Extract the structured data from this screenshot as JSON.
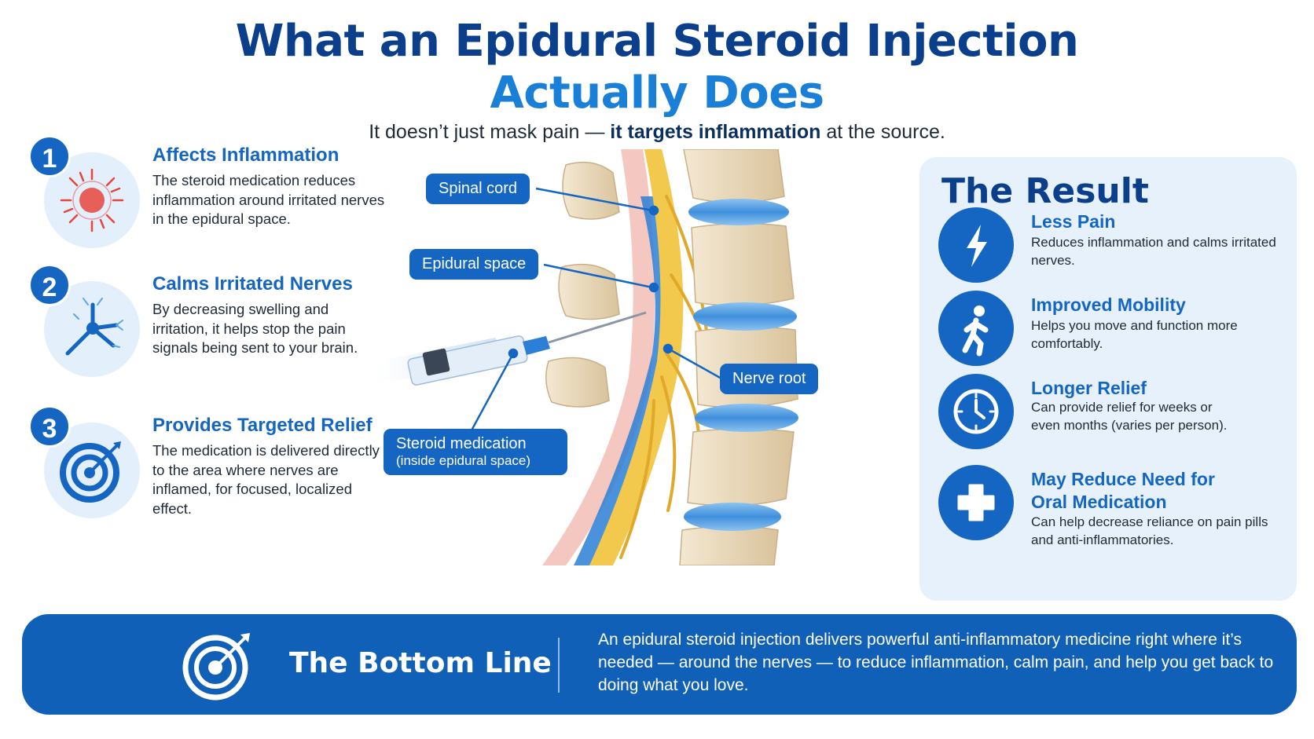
{
  "header": {
    "title_line1": "What an Epidural Steroid Injection",
    "title_line2": "Actually Does",
    "subtitle_pre": "It doesn’t just mask pain — ",
    "subtitle_bold": "it targets inflammation",
    "subtitle_post": " at the source."
  },
  "steps": [
    {
      "number": "1",
      "heading": "Affects Inflammation",
      "text": "The steroid medication reduces inflammation around irritated nerves in the epidural space.",
      "icon": "inflammation-burst-icon"
    },
    {
      "number": "2",
      "heading": "Calms Irritated Nerves",
      "text": "By decreasing swelling and irritation, it helps stop the pain signals being sent to your brain.",
      "icon": "nerve-icon"
    },
    {
      "number": "3",
      "heading": "Provides Targeted Relief",
      "text": "The medication is delivered directly to the area where nerves are inflamed, for focused, localized effect.",
      "icon": "target-icon"
    }
  ],
  "diagram": {
    "labels": {
      "spinal_cord": "Spinal cord",
      "epidural_space": "Epidural space",
      "nerve_root": "Nerve root",
      "steroid_medication": "Steroid medication",
      "steroid_medication_sub": "(inside epidural space)"
    }
  },
  "result": {
    "title": "The Result",
    "items": [
      {
        "heading": "Less Pain",
        "text": "Reduces inflammation and calms irritated nerves.",
        "icon": "lightning-bolt-icon"
      },
      {
        "heading": "Improved Mobility",
        "text": "Helps you move and function more comfortably.",
        "icon": "walking-person-icon"
      },
      {
        "heading": "Longer Relief",
        "text": "Can provide relief for weeks or even months (varies per person).",
        "icon": "clock-icon"
      },
      {
        "heading": "May Reduce Need for Oral Medication",
        "text": "Can help decrease reliance on pain pills and anti-inflammatories.",
        "icon": "medical-cross-icon"
      }
    ]
  },
  "bottom_line": {
    "title": "The Bottom Line",
    "text": "An epidural steroid injection delivers powerful anti-inflammatory medicine right where it’s needed — around the nerves — to reduce inflammation, calm pain, and help you get back to doing what you love.",
    "icon": "target-arrow-icon"
  },
  "colors": {
    "primary": "#1466c2",
    "dark_navy": "#0b3f8c",
    "bright_blue": "#1a7fd6",
    "light_panel": "#e6f1fb",
    "inflammation_red": "#e8453c",
    "nerve_yellow": "#f2c94c",
    "bone": "#ecdcbf"
  }
}
